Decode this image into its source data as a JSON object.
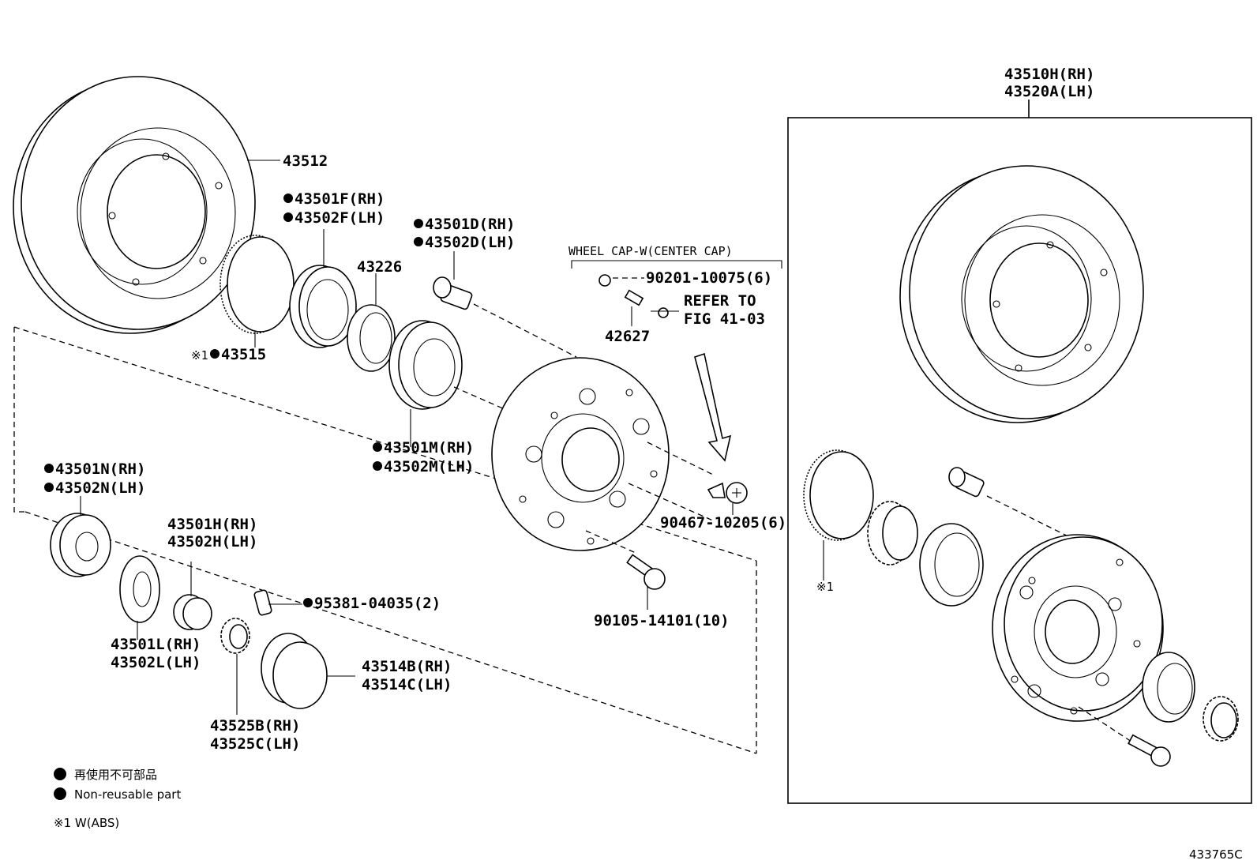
{
  "labels": {
    "rotor_assy_rh": "43510H(RH)",
    "rotor_assy_lh": "43520A(LH)",
    "disc": "43512",
    "seal_f_rh": "43501F(RH)",
    "seal_f_lh": "43502F(LH)",
    "bearing_d_rh": "43501D(RH)",
    "bearing_d_lh": "43502D(LH)",
    "race": "43226",
    "sensor_rotor_note": "※1",
    "sensor_rotor": "43515",
    "bearing_m_rh": "43501M(RH)",
    "bearing_m_lh": "43502M(LH)",
    "wheel_cap_group": "WHEEL CAP-W(CENTER CAP)",
    "cap_washer": "90201-10075(6)",
    "cap_nut": "42627",
    "refer_to_1": "REFER TO",
    "refer_to_2": "FIG 41-03",
    "screw": "90467-10205(6)",
    "bolt": "90105-14101(10)",
    "bearing_n_rh": "43501N(RH)",
    "bearing_n_lh": "43502N(LH)",
    "nut_h_rh": "43501H(RH)",
    "nut_h_lh": "43502H(LH)",
    "cotter_pin": "95381-04035(2)",
    "washer_l_rh": "43501L(RH)",
    "washer_l_lh": "43502L(LH)",
    "grease_cap_rh": "43514B(RH)",
    "grease_cap_lh": "43514C(LH)",
    "lock_cap_rh": "43525B(RH)",
    "lock_cap_lh": "43525C(LH)",
    "right_box_note": "※1"
  },
  "legend": {
    "nonreusable_jp": "再使用不可部品",
    "nonreusable_en": "Non-reusable part",
    "footnote": "※1 W(ABS)"
  },
  "figure_id": "433765C"
}
